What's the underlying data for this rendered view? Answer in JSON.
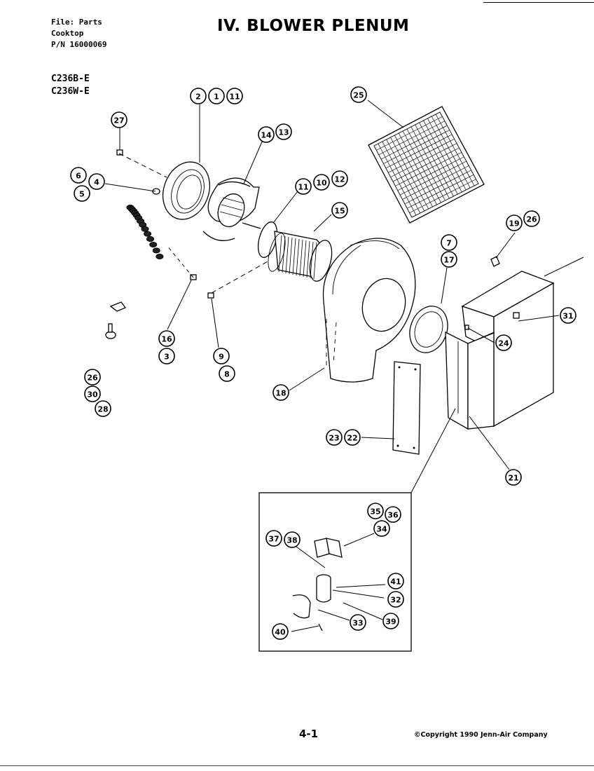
{
  "header": {
    "file": "File: Parts",
    "product": "Cooktop",
    "part_number": "P/N 16000069"
  },
  "models": [
    "C236B-E",
    "C236W-E"
  ],
  "title": "IV. BLOWER PLENUM",
  "page_number": "4-1",
  "copyright": "©Copyright 1990 Jenn-Air Company",
  "callouts": [
    "2",
    "1",
    "11",
    "27",
    "14",
    "13",
    "25",
    "6",
    "4",
    "5",
    "11",
    "10",
    "12",
    "15",
    "7",
    "17",
    "19",
    "26",
    "31",
    "24",
    "16",
    "3",
    "9",
    "8",
    "18",
    "26",
    "30",
    "28",
    "23",
    "22",
    "21",
    "35",
    "36",
    "34",
    "37",
    "38",
    "41",
    "32",
    "33",
    "39",
    "40"
  ]
}
